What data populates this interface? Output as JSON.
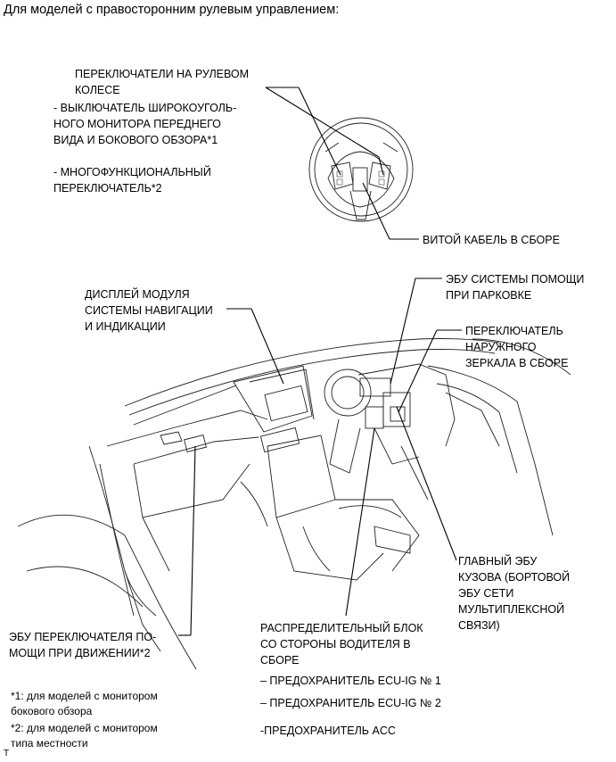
{
  "heading": "Для моделей с правосторонним рулевым управлением:",
  "labels": {
    "steering_switches": "ПЕРЕКЛЮЧАТЕЛИ НА РУЛЕВОМ\nКОЛЕСЕ",
    "wide_view_switch": "- ВЫКЛЮЧАТЕЛЬ ШИРОКОУГОЛЬ-\nНОГО МОНИТОРА ПЕРЕДНЕГО\nВИДА И БОКОВОГО ОБЗОРА*1",
    "multifunction_switch": "- МНОГОФУНКЦИОНАЛЬНЫЙ\nПЕРЕКЛЮЧАТЕЛЬ*2",
    "spiral_cable": "ВИТОЙ КАБЕЛЬ В СБОРЕ",
    "parking_assist_ecu": "ЭБУ СИСТЕМЫ ПОМОЩИ\nПРИ ПАРКОВКЕ",
    "nav_display": "ДИСПЛЕЙ МОДУЛЯ\nСИСТЕМЫ НАВИГАЦИИ\nИ ИНДИКАЦИИ",
    "outer_mirror_switch": "ПЕРЕКЛЮЧАТЕЛЬ\nНАРУЖНОГО\nЗЕРКАЛА В СБОРЕ",
    "main_body_ecu": "ГЛАВНЫЙ ЭБУ\nКУЗОВА (БОРТОВОЙ\nЭБУ СЕТИ\nМУЛЬТИПЛЕКСНОЙ\nСВЯЗИ)",
    "driving_assist_ecu": "ЭБУ ПЕРЕКЛЮЧАТЕЛЯ ПО-\nМОЩИ ПРИ ДВИЖЕНИИ*2",
    "junction_block": "РАСПРЕДЕЛИТЕЛЬНЫЙ БЛОК\nСО СТОРОНЫ ВОДИТЕЛЯ В\nСБОРЕ",
    "fuse_1": "– ПРЕДОХРАНИТЕЛЬ ECU-IG № 1",
    "fuse_2": "– ПРЕДОХРАНИТЕЛЬ ECU-IG № 2",
    "fuse_acc": "-ПРЕДОХРАНИТЕЛЬ ACC"
  },
  "footnotes": {
    "note_1": "*1: для моделей с монитором\nбокового обзора",
    "note_2": "*2: для моделей с монитором\nтипа местности"
  },
  "corner_mark": "T"
}
